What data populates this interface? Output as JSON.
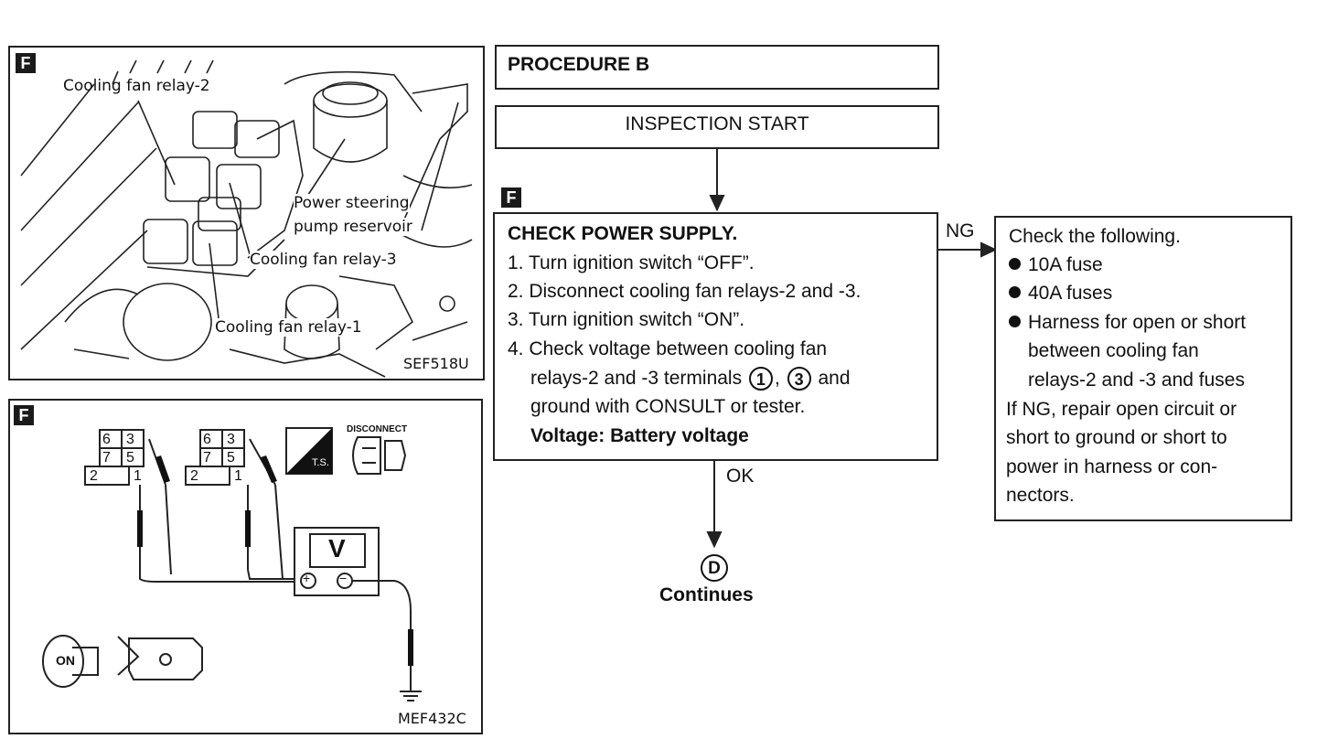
{
  "figure1": {
    "badge": "F",
    "label_relay2": "Cooling fan relay-2",
    "label_ps_line1": "Power steering",
    "label_ps_line2": "pump reservoir",
    "label_relay3": "Cooling fan relay-3",
    "label_relay1": "Cooling fan relay-1",
    "code": "SEF518U"
  },
  "figure2": {
    "badge": "F",
    "connector_a": {
      "pins": [
        "6",
        "3",
        "7",
        "5",
        "2",
        "1"
      ]
    },
    "connector_b": {
      "pins": [
        "6",
        "3",
        "7",
        "5",
        "2",
        "1"
      ]
    },
    "ts_label": "T.S.",
    "disconnect_label": "DISCONNECT",
    "meter_label": "V",
    "plus_label": "+",
    "minus_label": "−",
    "key_label": "ON",
    "code": "MEF432C"
  },
  "procedure": {
    "title": "PROCEDURE B",
    "start": "INSPECTION START",
    "badge": "F",
    "step_title": "CHECK POWER SUPPLY.",
    "step1": "1. Turn ignition switch “OFF”.",
    "step2": "2. Disconnect cooling fan relays-2 and -3.",
    "step3": "3. Turn ignition switch “ON”.",
    "step4_line1": "4. Check voltage between cooling fan",
    "step4_line2_a": "relays-2 and -3 terminals",
    "terminal_a": "1",
    "step4_sep": ",",
    "terminal_b": "3",
    "step4_line2_b": "and",
    "step4_line3": "ground with CONSULT or tester.",
    "voltage": "Voltage: Battery voltage",
    "ng_label": "NG",
    "ok_label": "OK",
    "continue_symbol": "D",
    "continue_label": "Continues"
  },
  "ng_box": {
    "heading": "Check the following.",
    "bullets": [
      "10A fuse",
      "40A fuses",
      "Harness for open or short"
    ],
    "bullet3_line2": "between cooling fan",
    "bullet3_line3": "relays-2 and -3 and fuses",
    "repair_lines": [
      "If NG, repair open circuit or",
      "short to ground or short to",
      "power in harness or con-",
      "nectors."
    ]
  }
}
